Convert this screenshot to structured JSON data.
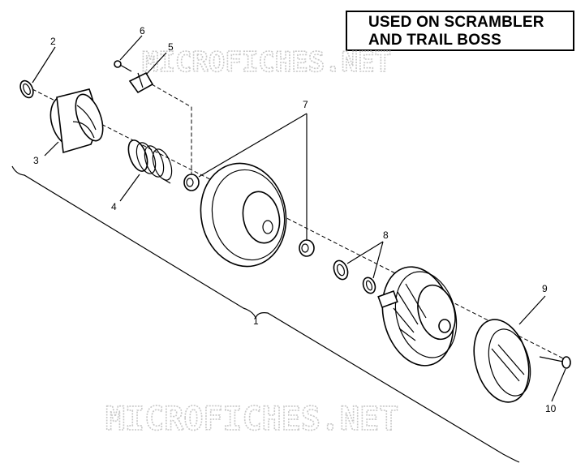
{
  "note": {
    "line1": "USED ON SCRAMBLER",
    "line2": "AND TRAIL BOSS"
  },
  "watermarks": [
    "MICROFICHES.NET",
    "MICROFICHES.NET"
  ],
  "callouts": {
    "c1": "1",
    "c2": "2",
    "c3": "3",
    "c4": "4",
    "c5": "5",
    "c6": "6",
    "c7": "7",
    "c8": "8",
    "c9": "9",
    "c10": "10"
  }
}
